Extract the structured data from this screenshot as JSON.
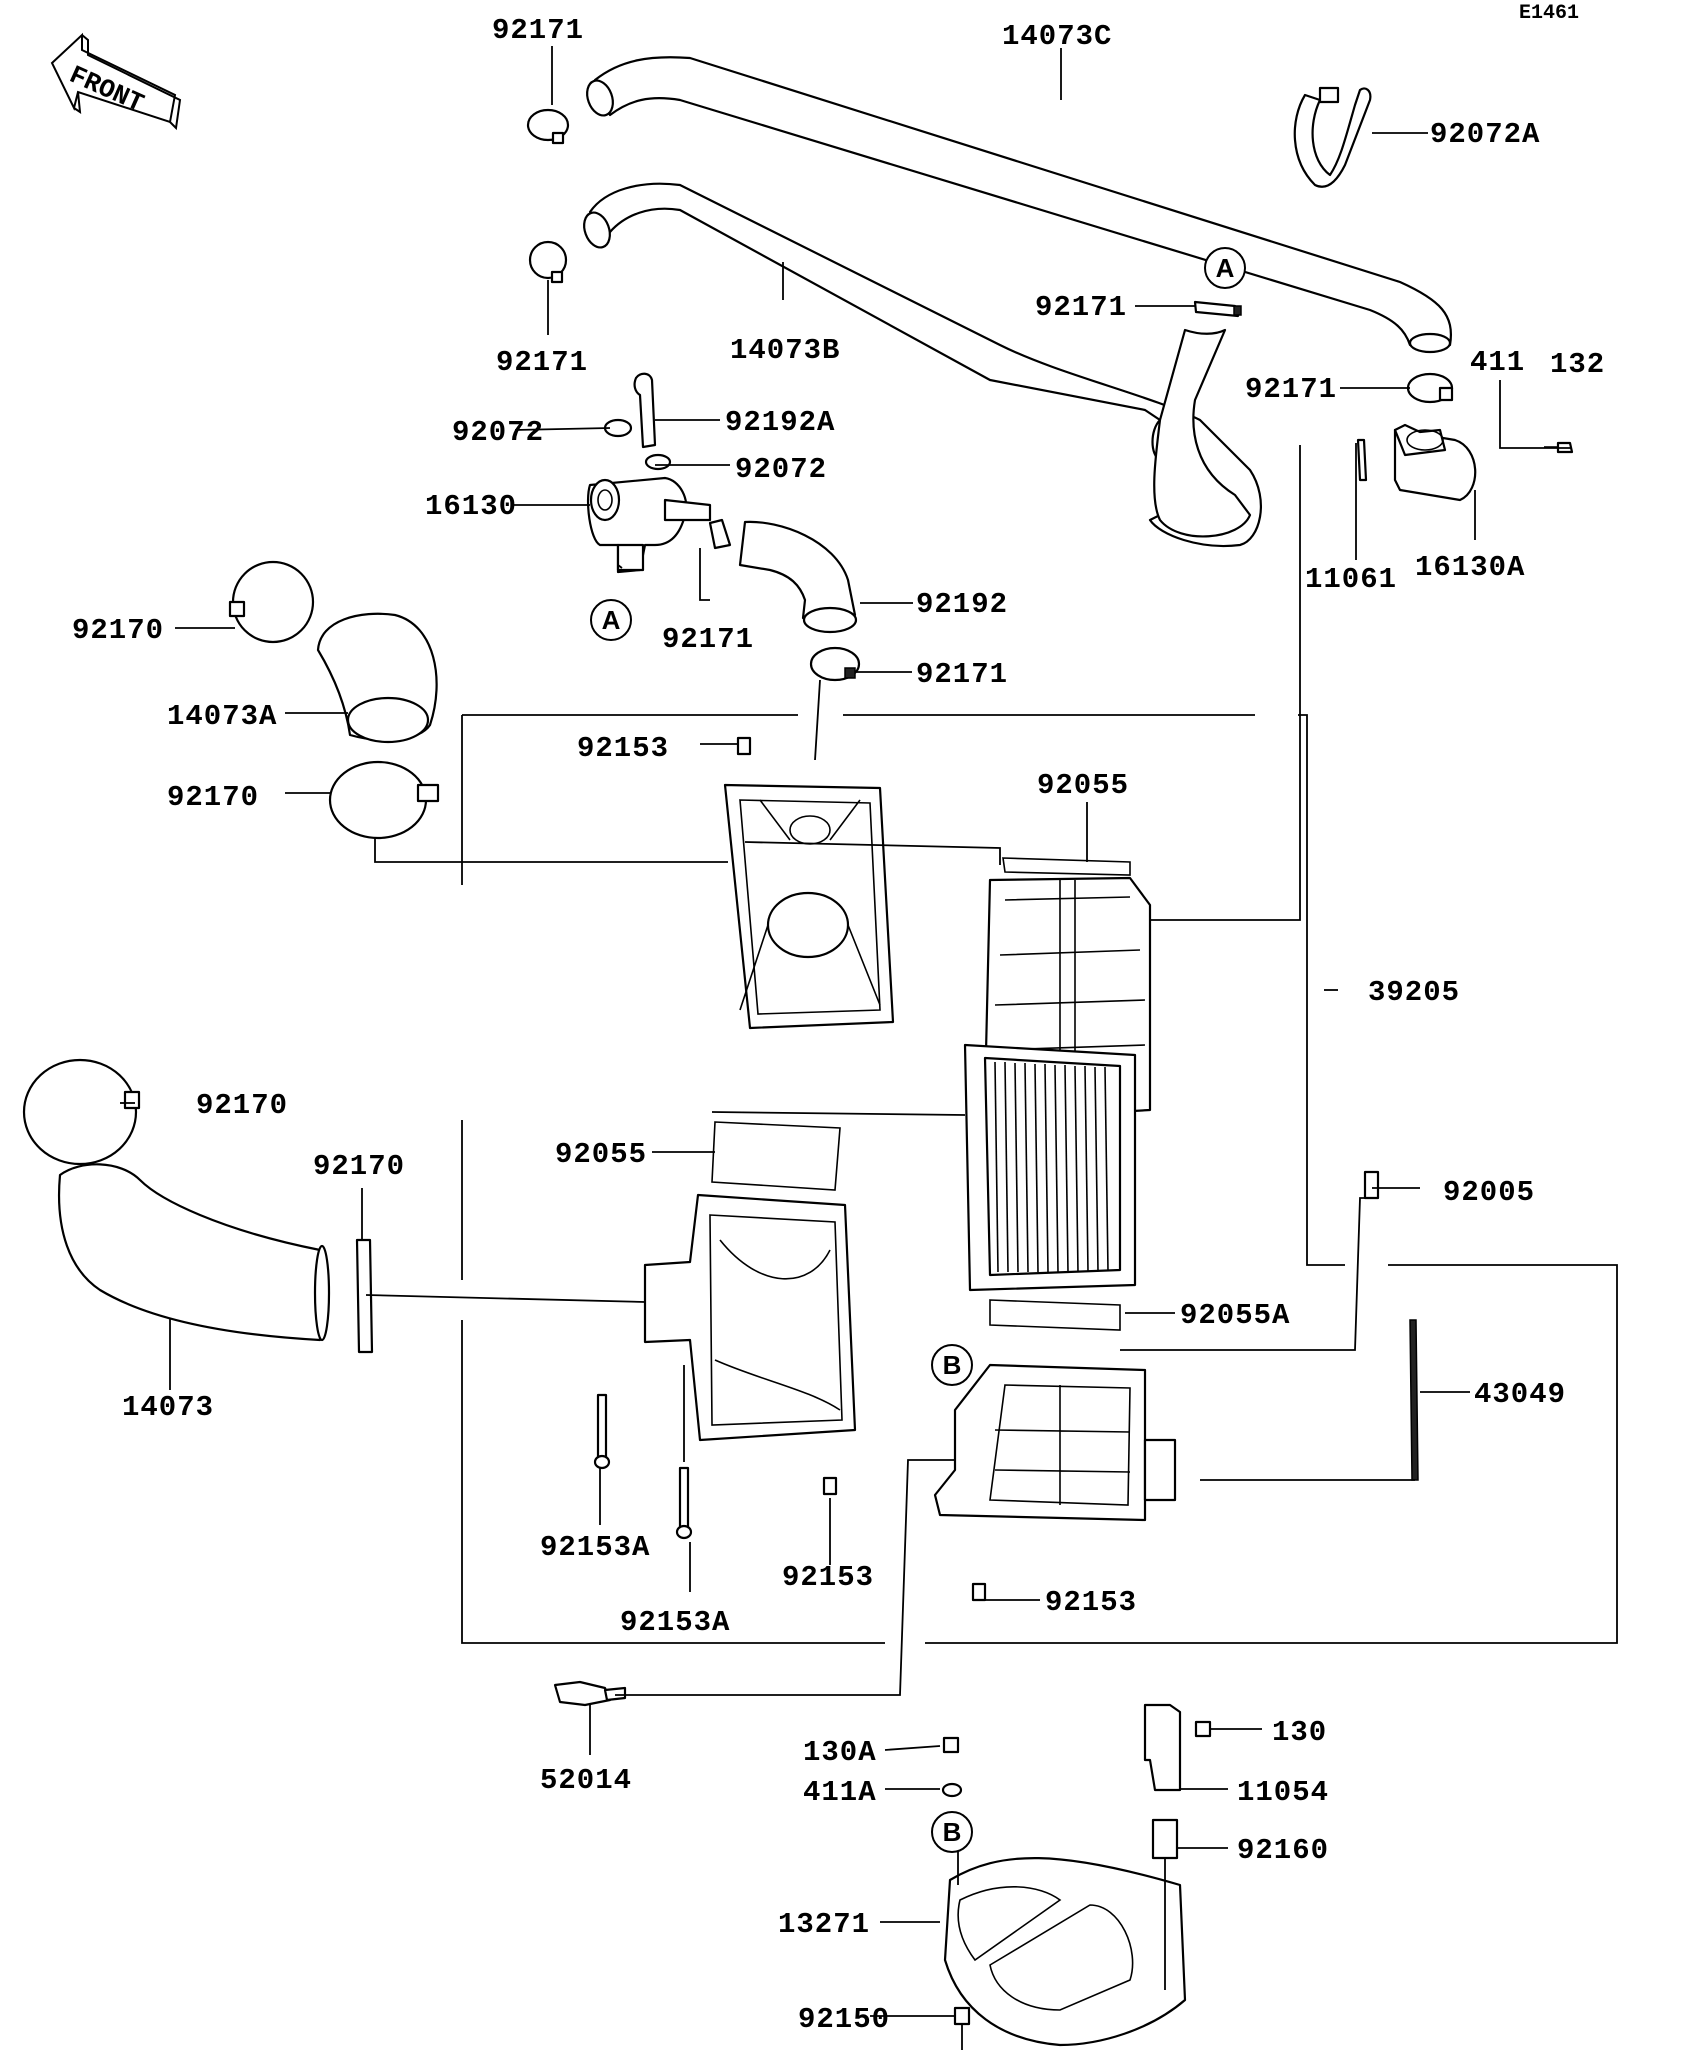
{
  "diagram_id": "E1461",
  "front_label": "FRONT",
  "refs": {
    "a": "A",
    "b": "B"
  },
  "labels": {
    "p92171_top": "92171",
    "p14073C": "14073C",
    "p92072A": "92072A",
    "p92171_b": "92171",
    "p14073B": "14073B",
    "p92171_c": "92171",
    "p92171_d": "92171",
    "p411": "411",
    "p132": "132",
    "p92072_a": "92072",
    "p92192A": "92192A",
    "p92072_b": "92072",
    "p16130": "16130",
    "p11061": "11061",
    "p16130A": "16130A",
    "p92170_a": "92170",
    "p92192": "92192",
    "p92171_e": "92171",
    "p92171_f": "92171",
    "p14073A": "14073A",
    "p92153_a": "92153",
    "p92055_a": "92055",
    "p92170_b": "92170",
    "p39205": "39205",
    "p92170_c": "92170",
    "p92170_d": "92170",
    "p92055_b": "92055",
    "p92005": "92005",
    "p92055A": "92055A",
    "p14073": "14073",
    "p43049": "43049",
    "p92153A_a": "92153A",
    "p92153_b": "92153",
    "p92153A_b": "92153A",
    "p92153_c": "92153",
    "p52014": "52014",
    "p130A": "130A",
    "p130": "130",
    "p411A": "411A",
    "p11054": "11054",
    "p92160": "92160",
    "p13271": "13271",
    "p92150": "92150"
  }
}
